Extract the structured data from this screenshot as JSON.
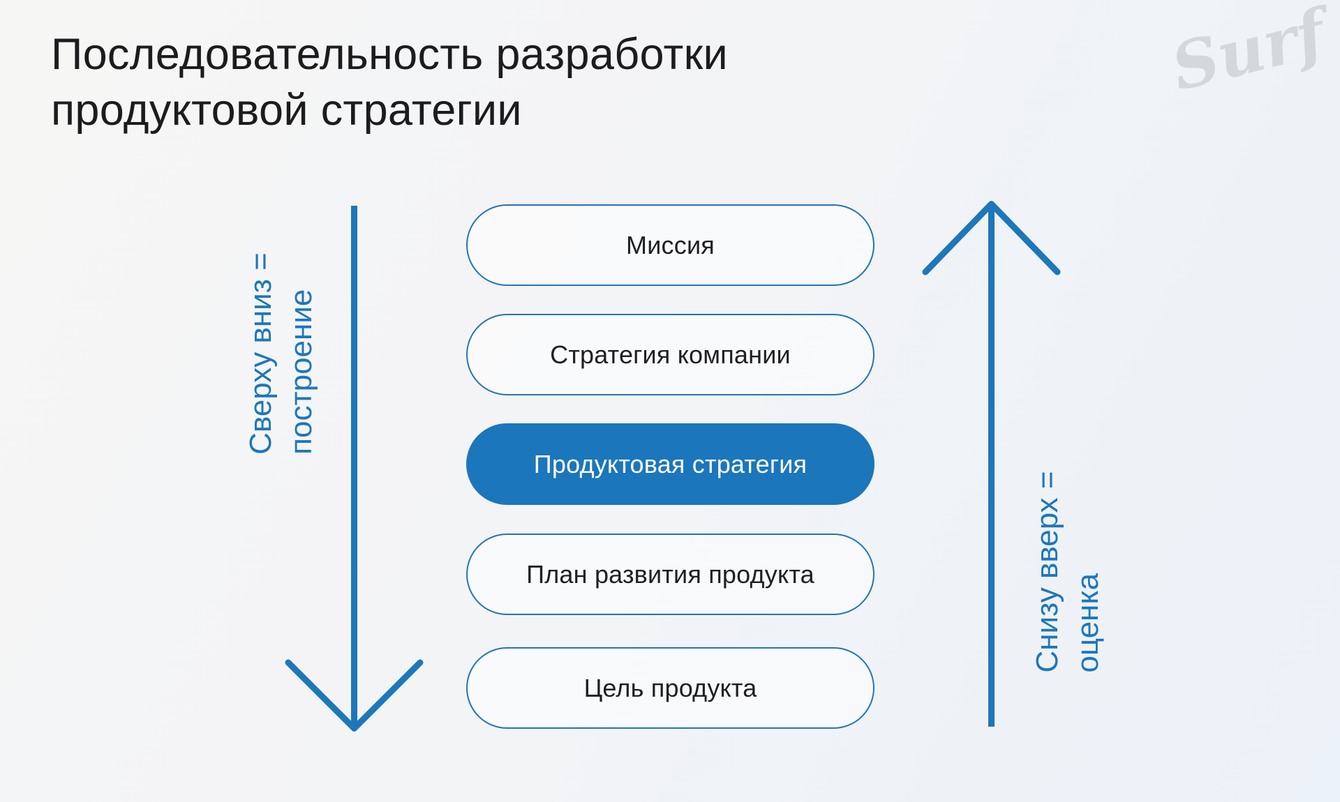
{
  "title": {
    "line1": "Последовательность разработки",
    "line2": "продуктовой стратегии"
  },
  "brand": {
    "logo_text": "Surf"
  },
  "left_flow": {
    "line1": "Сверху вниз =",
    "line2": "построение",
    "direction": "down"
  },
  "right_flow": {
    "line1": "Снизу вверх =",
    "line2": "оценка",
    "direction": "up"
  },
  "pills": [
    {
      "label": "Миссия",
      "highlighted": false
    },
    {
      "label": "Стратегия компании",
      "highlighted": false
    },
    {
      "label": "Продуктовая стратегия",
      "highlighted": true
    },
    {
      "label": "План развития продукта",
      "highlighted": false
    },
    {
      "label": "Цель продукта",
      "highlighted": false
    }
  ],
  "colors": {
    "accent": "#1d77b9",
    "accent_fill": "#1b76bc",
    "title_text": "#1c1c1e",
    "pill_text": "#1f1f22",
    "logo_gray": "#d5d8db"
  }
}
